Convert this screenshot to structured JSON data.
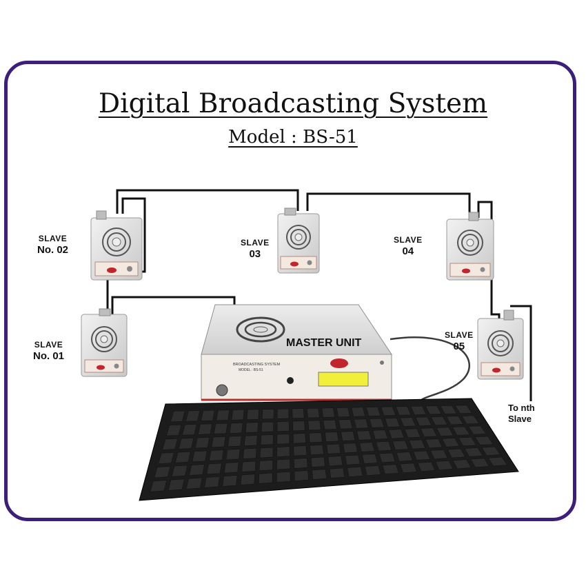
{
  "title": "Digital Broadcasting System",
  "subtitle": "Model : BS-51",
  "slaves": [
    {
      "line1": "SLAVE",
      "line2": "No. 02"
    },
    {
      "line1": "SLAVE",
      "line2": "03"
    },
    {
      "line1": "SLAVE",
      "line2": "04"
    },
    {
      "line1": "SLAVE",
      "line2": "No. 01"
    },
    {
      "line1": "SLAVE",
      "line2": "05"
    }
  ],
  "master_label": "MASTER UNIT",
  "master_panel_text": "BROADCASTING SYSTEM",
  "master_model_text": "MODEL : BS-51",
  "nth_line1": "To nth",
  "nth_line2": "Slave",
  "colors": {
    "frame": "#3b1f7a",
    "wire": "#111111",
    "device": "#dcdcdc",
    "lcd": "#f1ef3a",
    "keyboard": "#1c1c1c",
    "badge": "#c0262c"
  }
}
